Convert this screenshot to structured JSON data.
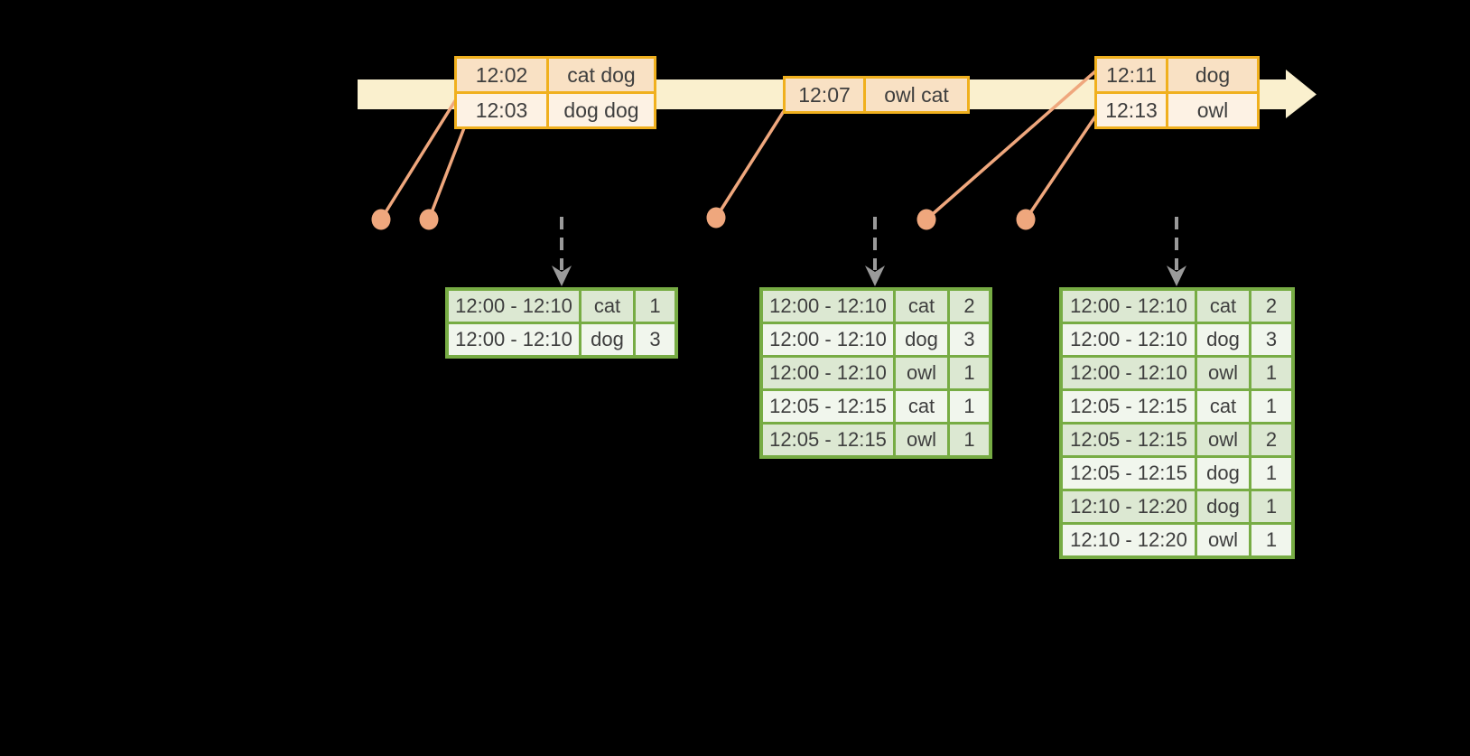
{
  "colors": {
    "background": "#000000",
    "timeline_band": "#FAF0CE",
    "event_border": "#F0B01E",
    "event_row_dark": "#F9E1C4",
    "event_row_light": "#FDF2E4",
    "result_border": "#77AC44",
    "result_row_dark": "#DCE8D2",
    "result_row_light": "#F1F6ED",
    "connector": "#EFA77D",
    "trigger_arrow": "#9A9A9A",
    "text": "#3E3E3E"
  },
  "timeline": {
    "arrow_icon": "right-arrow",
    "direction": "left-to-right"
  },
  "event_tables": [
    {
      "id": "events-1",
      "rows": [
        {
          "time": "12:02",
          "words": "cat dog"
        },
        {
          "time": "12:03",
          "words": "dog dog"
        }
      ]
    },
    {
      "id": "events-2",
      "rows": [
        {
          "time": "12:07",
          "words": "owl cat"
        }
      ]
    },
    {
      "id": "events-3",
      "rows": [
        {
          "time": "12:11",
          "words": "dog"
        },
        {
          "time": "12:13",
          "words": "owl"
        }
      ]
    }
  ],
  "result_tables": [
    {
      "id": "result-1",
      "rows": [
        {
          "window": "12:00 - 12:10",
          "word": "cat",
          "count": "1"
        },
        {
          "window": "12:00 - 12:10",
          "word": "dog",
          "count": "3"
        }
      ]
    },
    {
      "id": "result-2",
      "rows": [
        {
          "window": "12:00 - 12:10",
          "word": "cat",
          "count": "2"
        },
        {
          "window": "12:00 - 12:10",
          "word": "dog",
          "count": "3"
        },
        {
          "window": "12:00 - 12:10",
          "word": "owl",
          "count": "1"
        },
        {
          "window": "12:05 - 12:15",
          "word": "cat",
          "count": "1"
        },
        {
          "window": "12:05 - 12:15",
          "word": "owl",
          "count": "1"
        }
      ]
    },
    {
      "id": "result-3",
      "rows": [
        {
          "window": "12:00 - 12:10",
          "word": "cat",
          "count": "2"
        },
        {
          "window": "12:00 - 12:10",
          "word": "dog",
          "count": "3"
        },
        {
          "window": "12:00 - 12:10",
          "word": "owl",
          "count": "1"
        },
        {
          "window": "12:05 - 12:15",
          "word": "cat",
          "count": "1"
        },
        {
          "window": "12:05 - 12:15",
          "word": "owl",
          "count": "2"
        },
        {
          "window": "12:05 - 12:15",
          "word": "dog",
          "count": "1"
        },
        {
          "window": "12:10 - 12:20",
          "word": "dog",
          "count": "1"
        },
        {
          "window": "12:10 - 12:20",
          "word": "owl",
          "count": "1"
        }
      ]
    }
  ]
}
